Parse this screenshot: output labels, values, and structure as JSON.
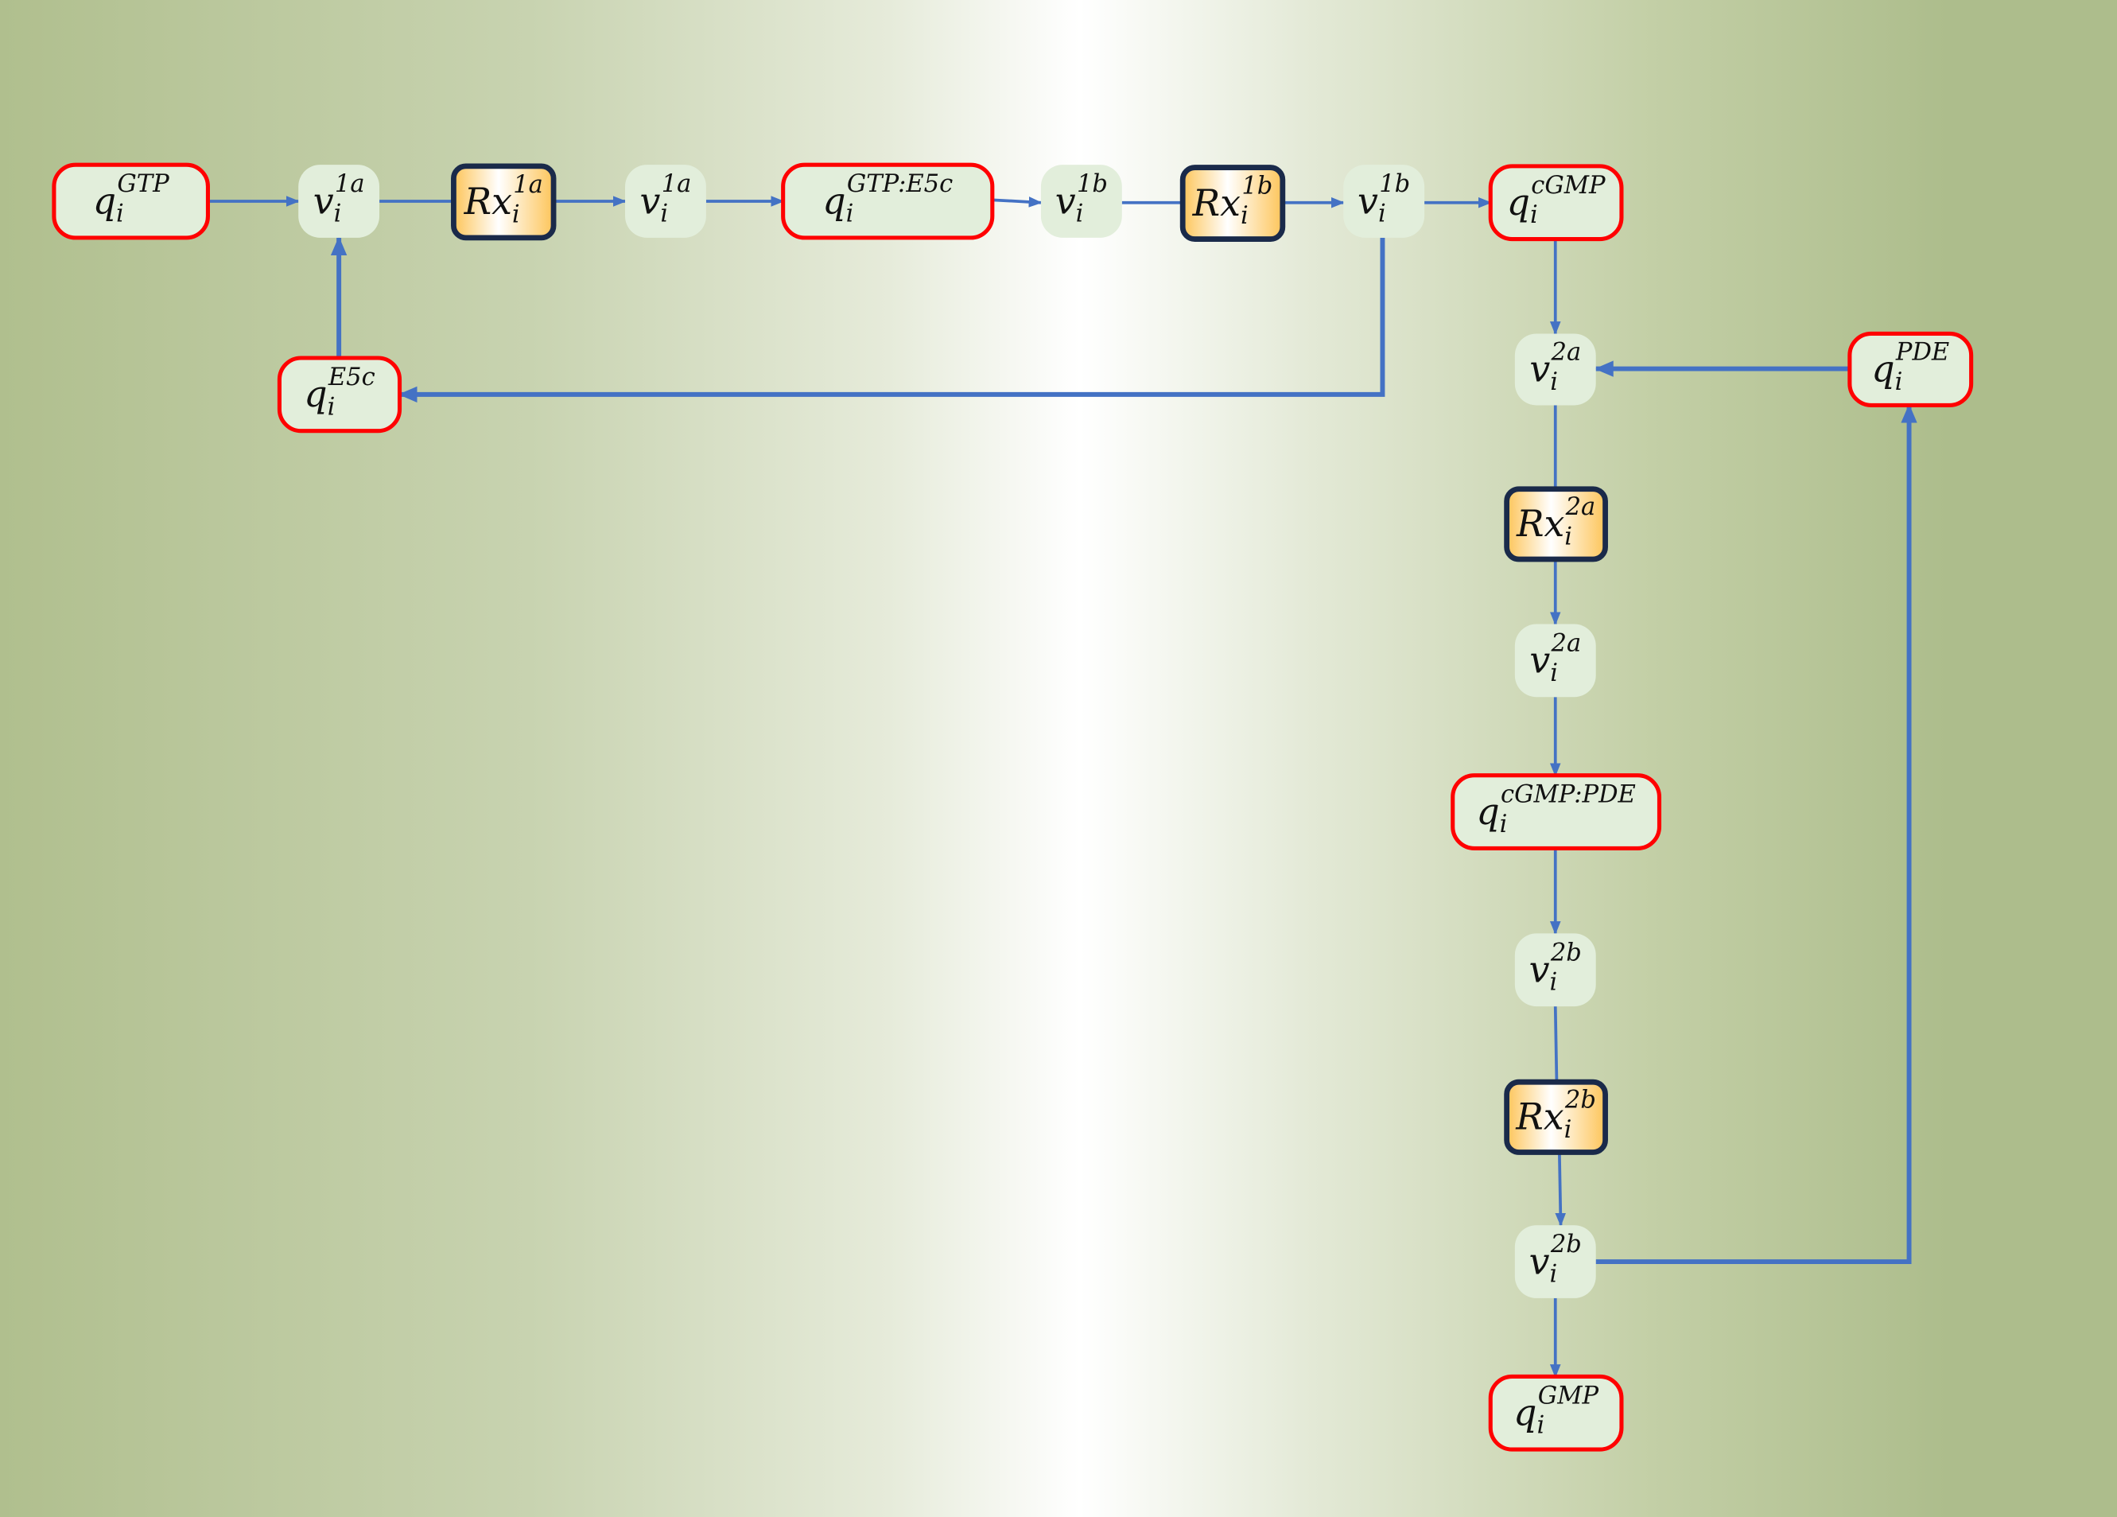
{
  "colors": {
    "species_border": "#ff0000",
    "species_fill": "#e2eedb",
    "reaction_border": "#1a2a4a",
    "reaction_gradient_edge": "#fdc55a",
    "velocity_fill": "#e2eedb",
    "arrow": "#4472c4"
  },
  "nodes": [
    {
      "id": "qGTP",
      "kind": "species",
      "base": "q",
      "sub": "i",
      "sup": "GTP"
    },
    {
      "id": "v1a",
      "kind": "velocity",
      "base": "v",
      "sub": "i",
      "sup": "1a"
    },
    {
      "id": "Rx1a",
      "kind": "reaction",
      "base": "Rx",
      "sub": "i",
      "sup": "1a"
    },
    {
      "id": "v1a2",
      "kind": "velocity",
      "base": "v",
      "sub": "i",
      "sup": "1a"
    },
    {
      "id": "qGTPE5c",
      "kind": "species",
      "base": "q",
      "sub": "i",
      "sup": "GTP:E5c"
    },
    {
      "id": "v1b",
      "kind": "velocity",
      "base": "v",
      "sub": "i",
      "sup": "1b"
    },
    {
      "id": "Rx1b",
      "kind": "reaction",
      "base": "Rx",
      "sub": "i",
      "sup": "1b"
    },
    {
      "id": "v1b2",
      "kind": "velocity",
      "base": "v",
      "sub": "i",
      "sup": "1b"
    },
    {
      "id": "qcGMP",
      "kind": "species",
      "base": "q",
      "sub": "i",
      "sup": "cGMP"
    },
    {
      "id": "qE5c",
      "kind": "species",
      "base": "q",
      "sub": "i",
      "sup": "E5c"
    },
    {
      "id": "v2a",
      "kind": "velocity",
      "base": "v",
      "sub": "i",
      "sup": "2a"
    },
    {
      "id": "qPDE",
      "kind": "species",
      "base": "q",
      "sub": "i",
      "sup": "PDE"
    },
    {
      "id": "Rx2a",
      "kind": "reaction",
      "base": "Rx",
      "sub": "i",
      "sup": "2a"
    },
    {
      "id": "v2a2",
      "kind": "velocity",
      "base": "v",
      "sub": "i",
      "sup": "2a"
    },
    {
      "id": "qcGMPPDE",
      "kind": "species",
      "base": "q",
      "sub": "i",
      "sup": "cGMP:PDE"
    },
    {
      "id": "v2b",
      "kind": "velocity",
      "base": "v",
      "sub": "i",
      "sup": "2b"
    },
    {
      "id": "Rx2b",
      "kind": "reaction",
      "base": "Rx",
      "sub": "i",
      "sup": "2b"
    },
    {
      "id": "v2b2",
      "kind": "velocity",
      "base": "v",
      "sub": "i",
      "sup": "2b"
    },
    {
      "id": "qGMP",
      "kind": "species",
      "base": "q",
      "sub": "i",
      "sup": "GMP"
    }
  ]
}
